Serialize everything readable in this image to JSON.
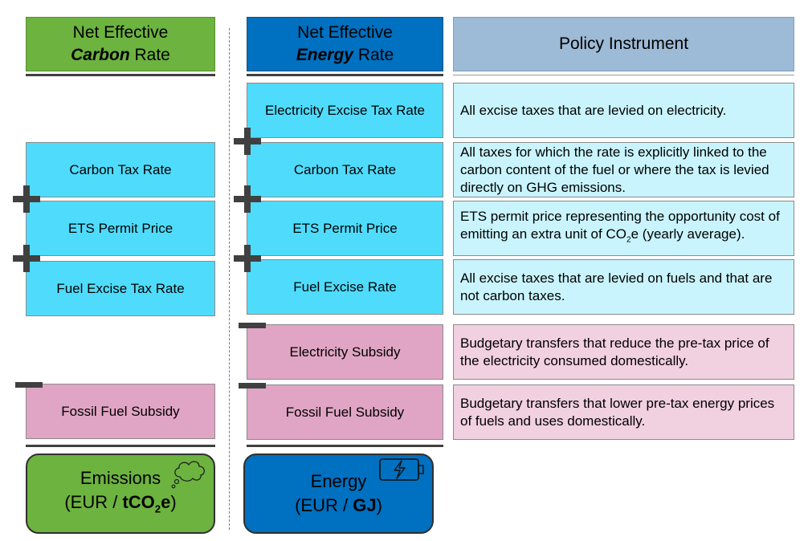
{
  "headers": {
    "carbon": {
      "line1": "Net Effective",
      "line2_bold": "Carbon",
      "line2_rest": " Rate"
    },
    "energy": {
      "line1": "Net Effective",
      "line2_bold": "Energy",
      "line2_rest": " Rate"
    },
    "policy": "Policy Instrument"
  },
  "carbon_column": {
    "carbon_tax": "Carbon Tax Rate",
    "ets": "ETS Permit Price",
    "fuel_excise": "Fuel Excise Tax Rate",
    "fossil_subsidy": "Fossil Fuel Subsidy"
  },
  "energy_column": {
    "electricity_excise": "Electricity Excise Tax Rate",
    "carbon_tax": "Carbon Tax Rate",
    "ets": "ETS Permit Price",
    "fuel_excise": "Fuel Excise Rate",
    "electricity_subsidy": "Electricity Subsidy",
    "fossil_subsidy": "Fossil Fuel Subsidy"
  },
  "descriptions": {
    "electricity_excise": "All excise taxes that are levied on electricity.",
    "carbon_tax": "All taxes for which the rate is explicitly linked to the carbon content of the fuel or where the tax is levied directly on GHG emissions.",
    "ets_before": "ETS permit price representing the opportunity cost of emitting an extra unit of CO",
    "ets_sub": "2",
    "ets_after": "e (yearly average).",
    "fuel_excise": "All excise taxes that are levied on fuels and that are not carbon taxes.",
    "electricity_subsidy": "Budgetary transfers that reduce the pre-tax price of the electricity consumed domestically.",
    "fossil_subsidy": "Budgetary transfers that lower pre-tax energy prices of fuels and uses domestically."
  },
  "bottom": {
    "emissions": {
      "title": "Emissions",
      "open": "(EUR / ",
      "unit_bold": "tCO",
      "unit_sub": "2",
      "unit_after": "e",
      "close": ")"
    },
    "energy": {
      "title": "Energy",
      "open": "(EUR / ",
      "unit_bold": "GJ",
      "close": ")"
    }
  },
  "icons": {
    "cloud": "thought-cloud-icon",
    "battery": "battery-charging-icon"
  },
  "colors": {
    "green": "#6db33f",
    "blue": "#0070c0",
    "cyan": "#4fdcfc",
    "pink": "#e0a5c5",
    "grey": "#9dbad6"
  }
}
